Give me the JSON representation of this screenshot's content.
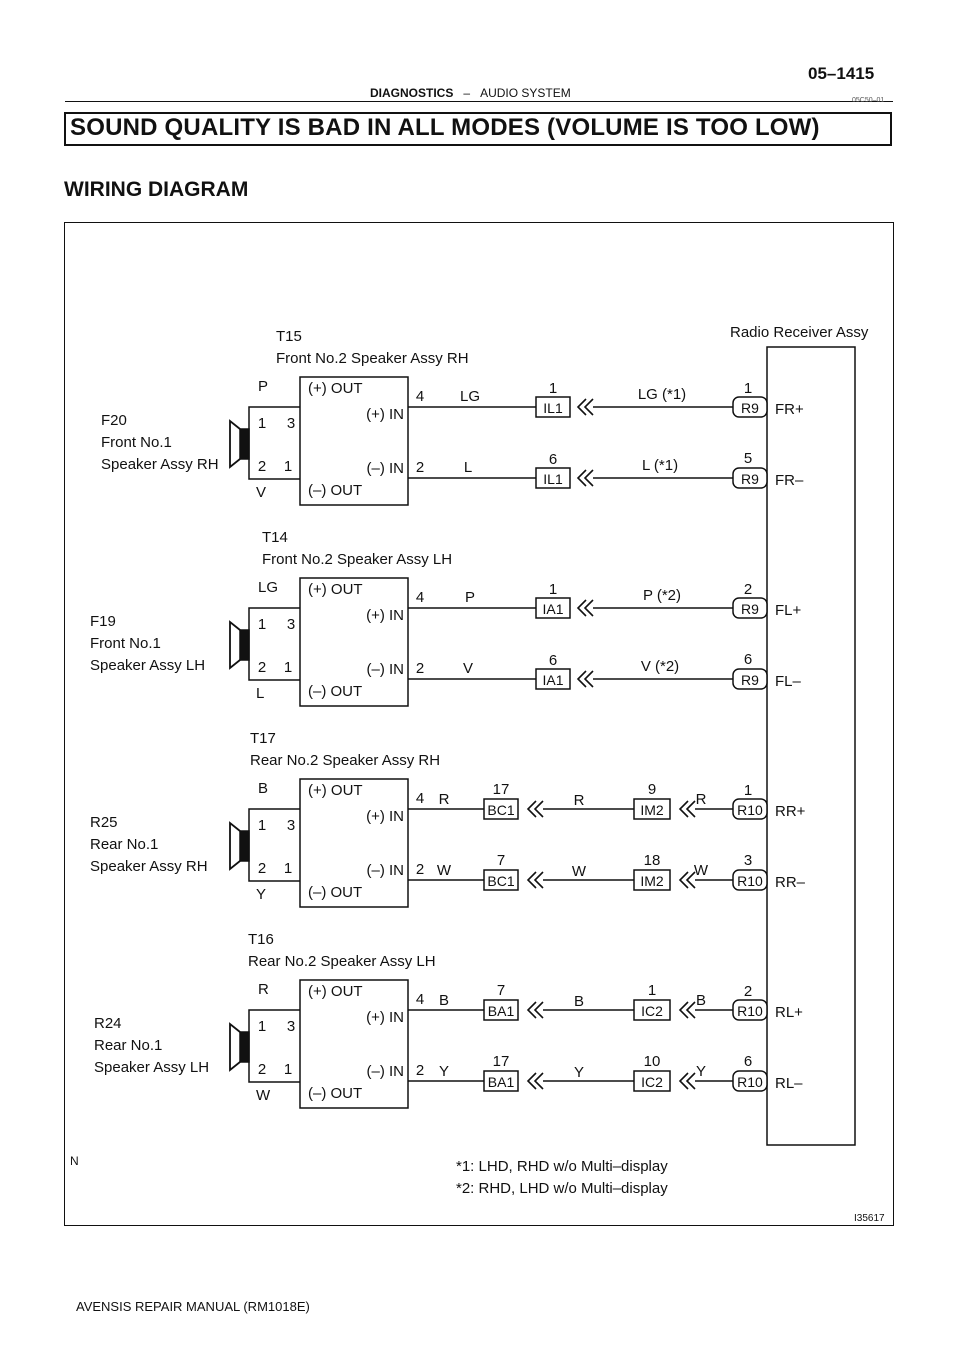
{
  "header": {
    "page_number": "05–1415",
    "section": "DIAGNOSTICS",
    "separator": "–",
    "subsection": "AUDIO SYSTEM",
    "code": "05C50–01"
  },
  "title": "SOUND QUALITY IS BAD IN ALL MODES (VOLUME IS TOO LOW)",
  "subtitle": "WIRING DIAGRAM",
  "footer": "AVENSIS REPAIR MANUAL   (RM1018E)",
  "diagram": {
    "receiver_title": "Radio Receiver Assy",
    "figure_id": "I35617",
    "corner_mark": "N",
    "notes": [
      "*1: LHD, RHD w/o Multi–display",
      "*2: RHD, LHD w/o Multi–display"
    ],
    "amp_labels": {
      "plus_out": "(+) OUT",
      "plus_in": "(+) IN",
      "minus_in": "(–) IN",
      "minus_out": "(–) OUT"
    },
    "groups": [
      {
        "amp_code": "T15",
        "amp_name": "Front No.2 Speaker Assy RH",
        "spk_code": "F20",
        "spk_line1": "Front No.1",
        "spk_line2": "Speaker Assy RH",
        "pin_tl": "1",
        "pin_tr": "3",
        "pin_bl": "2",
        "pin_br": "1",
        "spk_top_color": "P",
        "spk_bot_color": "V",
        "pos_pin": "4",
        "neg_pin": "2",
        "pos_color": "LG",
        "neg_color": "L",
        "pos_conn": {
          "code": "IL1",
          "pin": "1"
        },
        "neg_conn": {
          "code": "IL1",
          "pin": "6"
        },
        "pos_color2": "LG (*1)",
        "neg_color2": "L (*1)",
        "recv_pos": {
          "code": "R9",
          "pin": "1",
          "term": "FR+"
        },
        "recv_neg": {
          "code": "R9",
          "pin": "5",
          "term": "FR–"
        }
      },
      {
        "amp_code": "T14",
        "amp_name": "Front No.2 Speaker Assy LH",
        "spk_code": "F19",
        "spk_line1": "Front No.1",
        "spk_line2": "Speaker Assy LH",
        "pin_tl": "1",
        "pin_tr": "3",
        "pin_bl": "2",
        "pin_br": "1",
        "spk_top_color": "LG",
        "spk_bot_color": "L",
        "pos_pin": "4",
        "neg_pin": "2",
        "pos_color": "P",
        "neg_color": "V",
        "pos_conn": {
          "code": "IA1",
          "pin": "1"
        },
        "neg_conn": {
          "code": "IA1",
          "pin": "6"
        },
        "pos_color2": "P (*2)",
        "neg_color2": "V (*2)",
        "recv_pos": {
          "code": "R9",
          "pin": "2",
          "term": "FL+"
        },
        "recv_neg": {
          "code": "R9",
          "pin": "6",
          "term": "FL–"
        }
      },
      {
        "amp_code": "T17",
        "amp_name": "Rear No.2 Speaker Assy RH",
        "spk_code": "R25",
        "spk_line1": "Rear No.1",
        "spk_line2": "Speaker Assy RH",
        "pin_tl": "1",
        "pin_tr": "3",
        "pin_bl": "2",
        "pin_br": "1",
        "spk_top_color": "B",
        "spk_bot_color": "Y",
        "pos_pin": "4",
        "neg_pin": "2",
        "pos_color": "R",
        "neg_color": "W",
        "pos_conn": {
          "code": "BC1",
          "pin": "17"
        },
        "neg_conn": {
          "code": "BC1",
          "pin": "7"
        },
        "pos_color2": "R",
        "neg_color2": "W",
        "pos_conn2": {
          "code": "IM2",
          "pin": "9"
        },
        "neg_conn2": {
          "code": "IM2",
          "pin": "18"
        },
        "pos_color3": "R",
        "neg_color3": "W",
        "recv_pos": {
          "code": "R10",
          "pin": "1",
          "term": "RR+"
        },
        "recv_neg": {
          "code": "R10",
          "pin": "3",
          "term": "RR–"
        }
      },
      {
        "amp_code": "T16",
        "amp_name": "Rear No.2 Speaker Assy LH",
        "spk_code": "R24",
        "spk_line1": "Rear No.1",
        "spk_line2": "Speaker Assy LH",
        "pin_tl": "1",
        "pin_tr": "3",
        "pin_bl": "2",
        "pin_br": "1",
        "spk_top_color": "R",
        "spk_bot_color": "W",
        "pos_pin": "4",
        "neg_pin": "2",
        "pos_color": "B",
        "neg_color": "Y",
        "pos_conn": {
          "code": "BA1",
          "pin": "7"
        },
        "neg_conn": {
          "code": "BA1",
          "pin": "17"
        },
        "pos_color2": "B",
        "neg_color2": "Y",
        "pos_conn2": {
          "code": "IC2",
          "pin": "1"
        },
        "neg_conn2": {
          "code": "IC2",
          "pin": "10"
        },
        "pos_color3": "B",
        "neg_color3": "Y",
        "recv_pos": {
          "code": "R10",
          "pin": "2",
          "term": "RL+"
        },
        "recv_neg": {
          "code": "R10",
          "pin": "6",
          "term": "RL–"
        }
      }
    ]
  }
}
